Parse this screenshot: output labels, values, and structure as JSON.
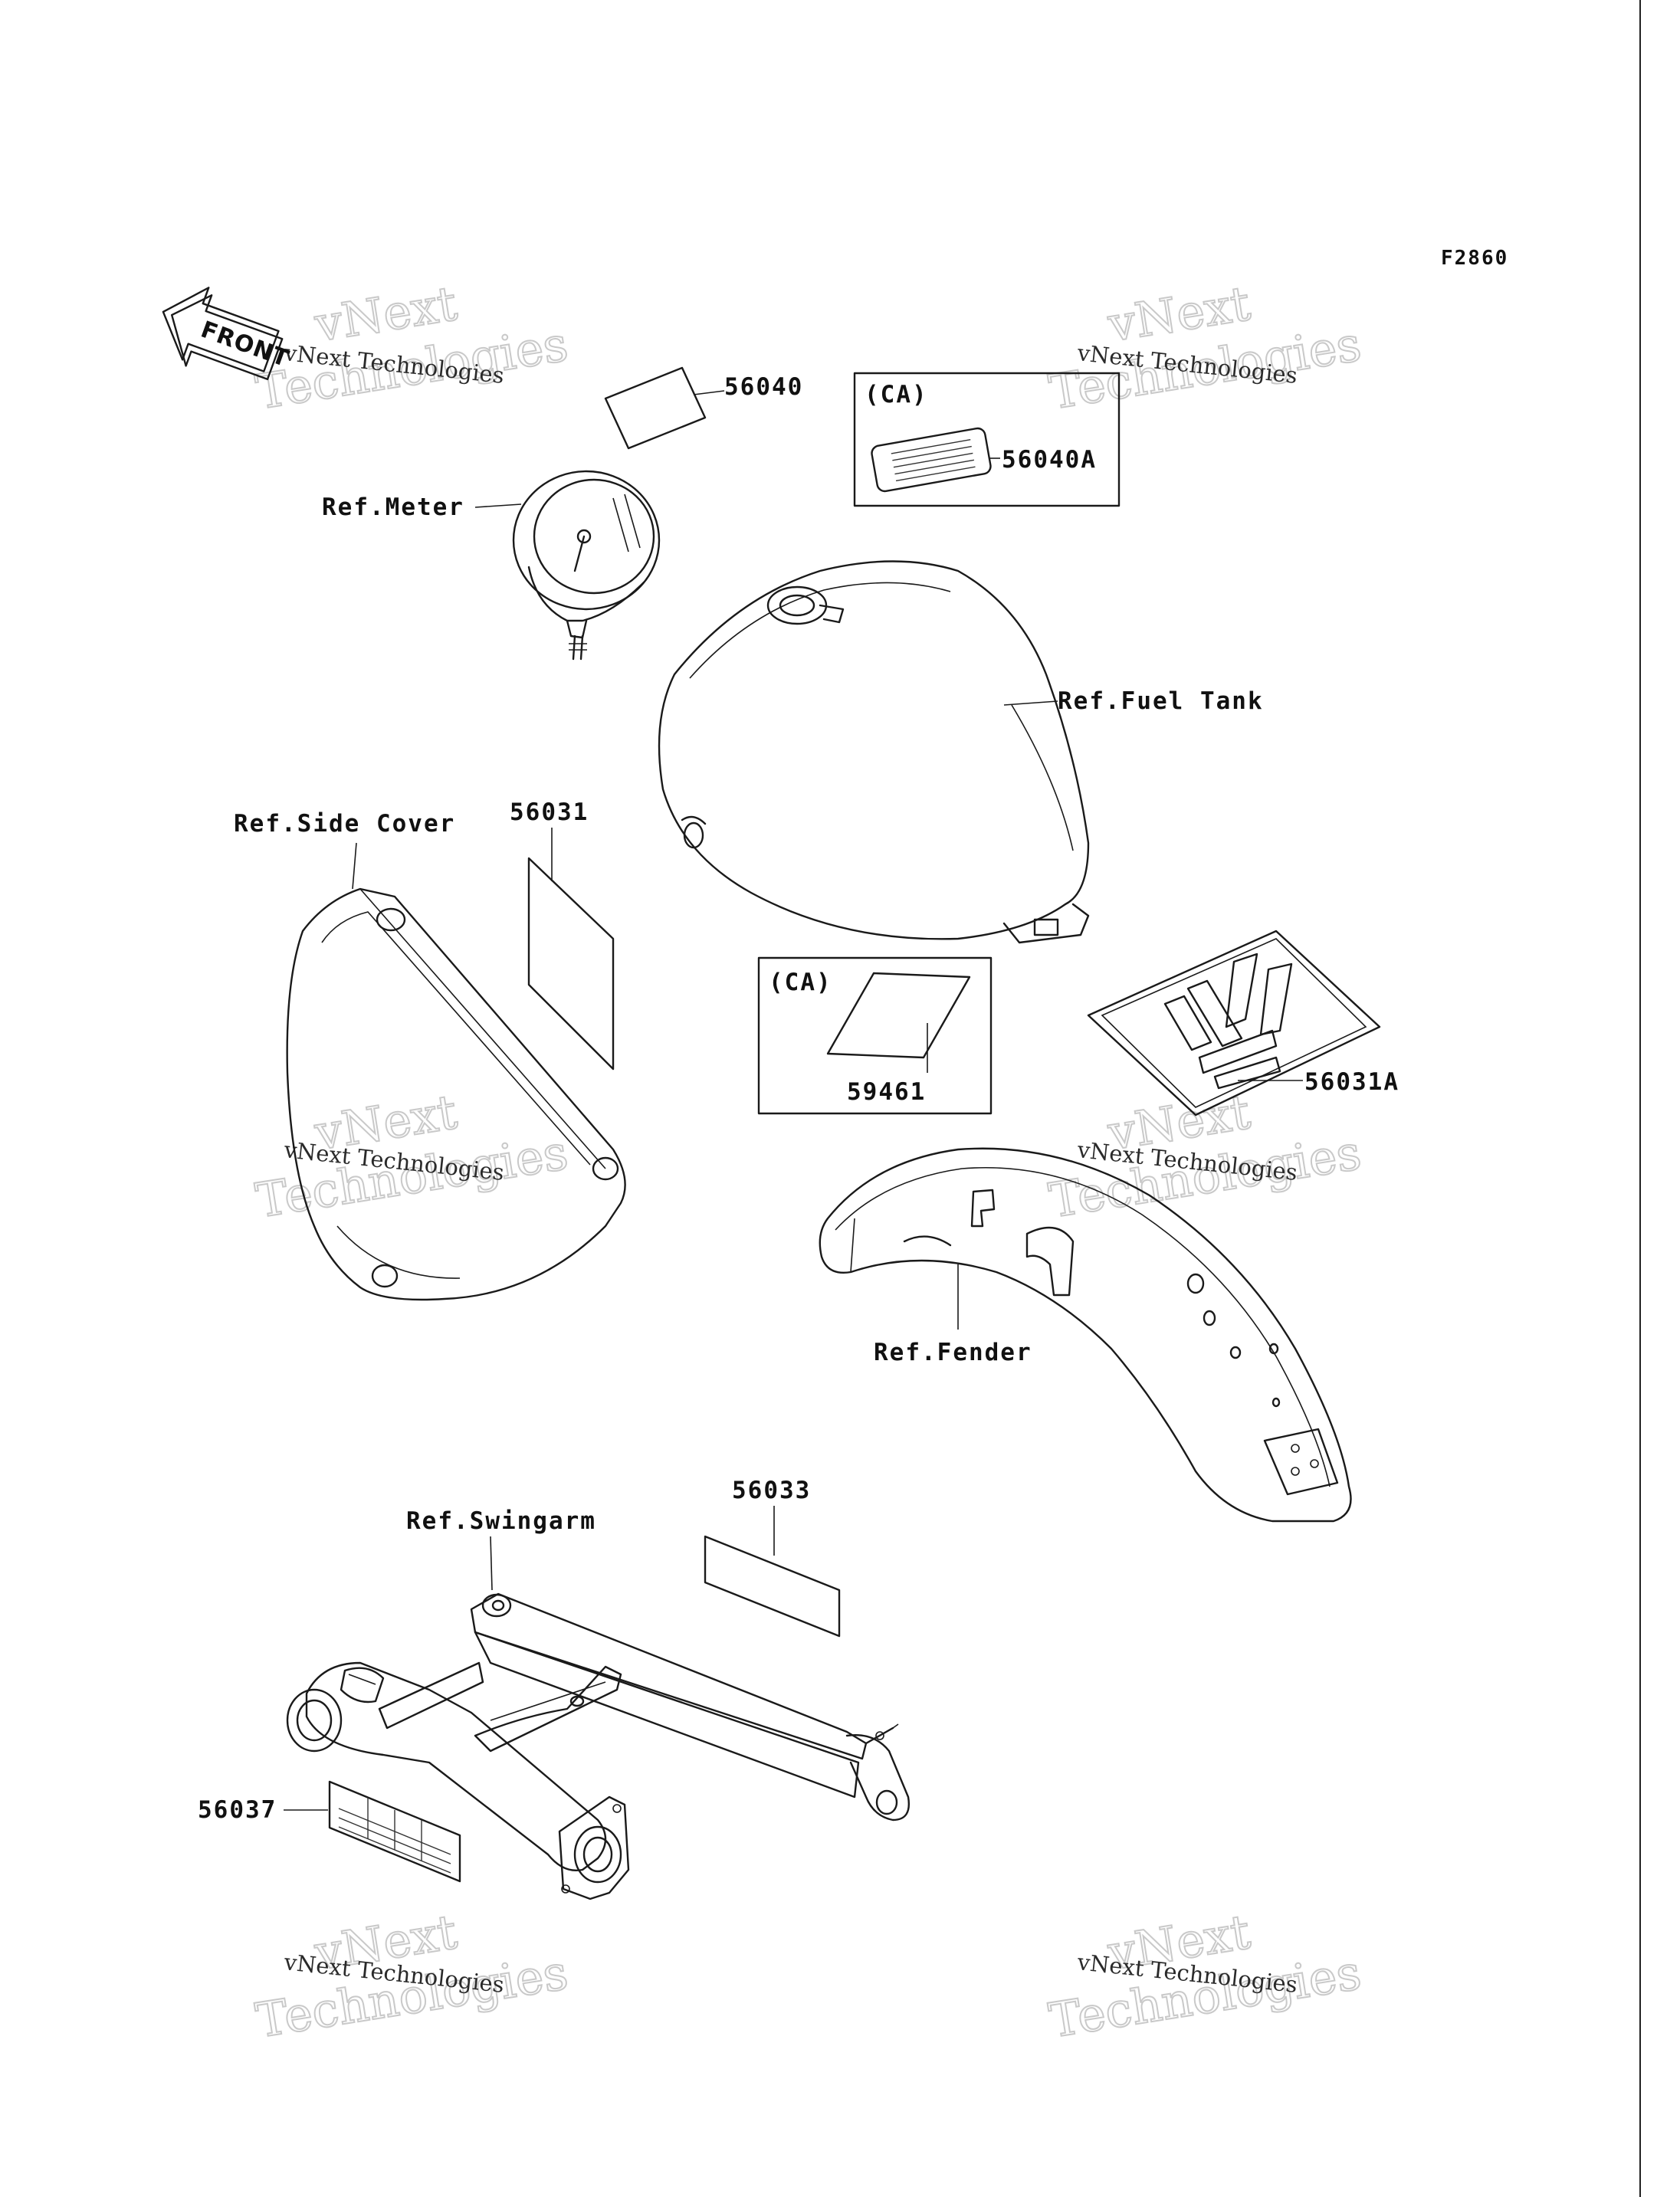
{
  "figure_code": "F2860",
  "front_label": "FRONT",
  "watermark": {
    "brand_top": "vNext",
    "brand_bottom": "Technologies",
    "caption": "vNext Technologies"
  },
  "callouts": {
    "p56040": "56040",
    "ca_a": "(CA)",
    "p56040A": "56040A",
    "ref_meter": "Ref.Meter",
    "ref_fuel_tank": "Ref.Fuel Tank",
    "ref_side_cover": "Ref.Side Cover",
    "p56031": "56031",
    "ca_b": "(CA)",
    "p59461": "59461",
    "p56031A": "56031A",
    "ref_fender": "Ref.Fender",
    "p56033": "56033",
    "ref_swingarm": "Ref.Swingarm",
    "p56037": "56037"
  }
}
